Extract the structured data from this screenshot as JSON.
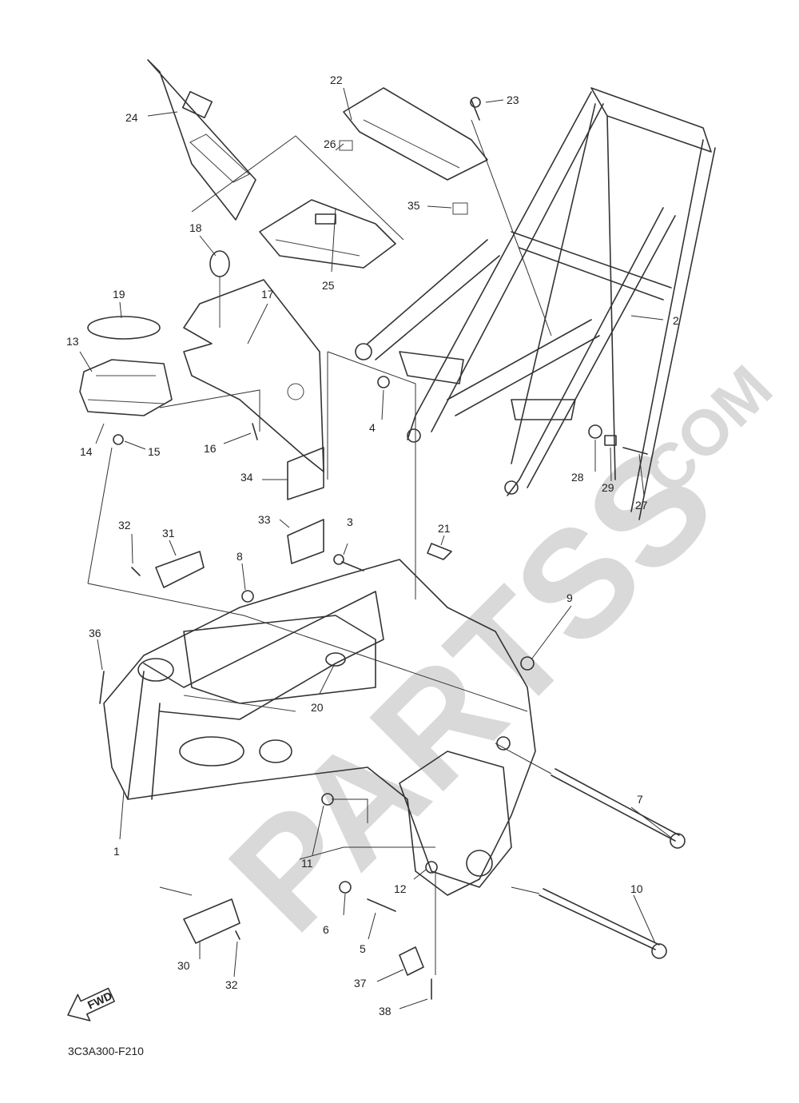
{
  "diagram": {
    "watermark_main": "PARTSS",
    "watermark_suffix": ".COM",
    "drawing_code": "3C3A300-F210",
    "direction_arrow_label": "FWD"
  },
  "callouts": [
    {
      "id": "c1",
      "label": "1"
    },
    {
      "id": "c2",
      "label": "2"
    },
    {
      "id": "c3",
      "label": "3"
    },
    {
      "id": "c4",
      "label": "4"
    },
    {
      "id": "c5",
      "label": "5"
    },
    {
      "id": "c6",
      "label": "6"
    },
    {
      "id": "c7",
      "label": "7"
    },
    {
      "id": "c8",
      "label": "8"
    },
    {
      "id": "c9",
      "label": "9"
    },
    {
      "id": "c10",
      "label": "10"
    },
    {
      "id": "c11",
      "label": "11"
    },
    {
      "id": "c12",
      "label": "12"
    },
    {
      "id": "c13",
      "label": "13"
    },
    {
      "id": "c14",
      "label": "14"
    },
    {
      "id": "c15",
      "label": "15"
    },
    {
      "id": "c16",
      "label": "16"
    },
    {
      "id": "c17",
      "label": "17"
    },
    {
      "id": "c18",
      "label": "18"
    },
    {
      "id": "c19",
      "label": "19"
    },
    {
      "id": "c20",
      "label": "20"
    },
    {
      "id": "c21",
      "label": "21"
    },
    {
      "id": "c22",
      "label": "22"
    },
    {
      "id": "c23",
      "label": "23"
    },
    {
      "id": "c24",
      "label": "24"
    },
    {
      "id": "c25",
      "label": "25"
    },
    {
      "id": "c26",
      "label": "26"
    },
    {
      "id": "c27",
      "label": "27"
    },
    {
      "id": "c28",
      "label": "28"
    },
    {
      "id": "c29",
      "label": "29"
    },
    {
      "id": "c30",
      "label": "30"
    },
    {
      "id": "c31",
      "label": "31"
    },
    {
      "id": "c32a",
      "label": "32"
    },
    {
      "id": "c32b",
      "label": "32"
    },
    {
      "id": "c33",
      "label": "33"
    },
    {
      "id": "c34",
      "label": "34"
    },
    {
      "id": "c35",
      "label": "35"
    },
    {
      "id": "c36",
      "label": "36"
    },
    {
      "id": "c37",
      "label": "37"
    },
    {
      "id": "c38",
      "label": "38"
    }
  ]
}
